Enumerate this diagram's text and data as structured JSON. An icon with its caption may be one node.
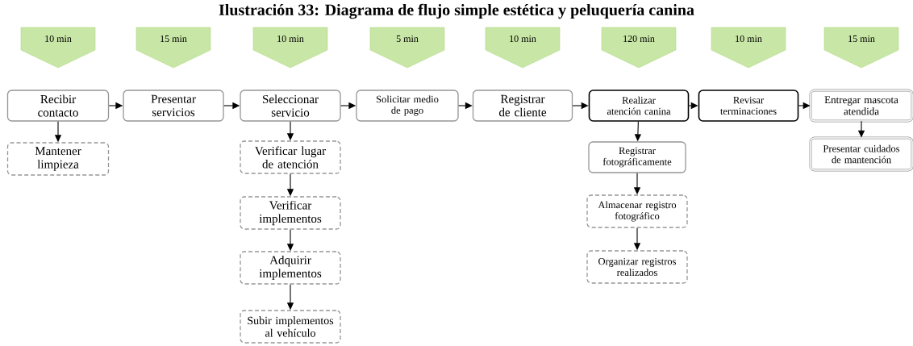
{
  "diagram": {
    "title": "Ilustración 33: Diagrama de flujo simple estética y peluquería canina",
    "nodes": [
      {
        "text": [
          "10 min"
        ]
      },
      {
        "text": [
          "15 min"
        ]
      },
      {
        "text": [
          "10 min"
        ]
      },
      {
        "text": [
          "5 min"
        ]
      },
      {
        "text": [
          "10 min"
        ]
      },
      {
        "text": [
          "120 min"
        ]
      },
      {
        "text": [
          "10 min"
        ]
      },
      {
        "text": [
          "15 min"
        ]
      },
      {
        "text": [
          "Recibir contacto"
        ]
      },
      {
        "text": [
          "Presentar servicios"
        ]
      },
      {
        "text": [
          "Seleccionar servicio"
        ]
      },
      {
        "text": [
          "Solicitar medio de pago"
        ]
      },
      {
        "text": [
          "Registrar de cliente"
        ]
      },
      {
        "text": [
          "Realizar atención canina"
        ]
      },
      {
        "text": [
          "Revisar terminaciones"
        ]
      },
      {
        "text": [
          "Entregar mascota atendida"
        ]
      },
      {
        "text": [
          "Mantener limpieza"
        ]
      },
      {
        "text": [
          "Verificar lugar de atención"
        ]
      },
      {
        "text": [
          "Verificar implementos"
        ]
      },
      {
        "text": [
          "Adquirir implementos"
        ]
      },
      {
        "text": [
          "Subir implementos al vehículo"
        ]
      },
      {
        "text": [
          "Registrar fotográficamente"
        ]
      },
      {
        "text": [
          "Almacenar registro fotográfico"
        ]
      },
      {
        "text": [
          "Organizar registros realizados"
        ]
      },
      {
        "text": [
          "Presentar cuidados de mantención"
        ]
      }
    ],
    "edges": [
      {
        "from": 8,
        "to": 9,
        "arrow": "to"
      },
      {
        "from": 9,
        "to": 10,
        "arrow": "to"
      },
      {
        "from": 10,
        "to": 11,
        "arrow": "to"
      },
      {
        "from": 11,
        "to": 12,
        "arrow": "to"
      },
      {
        "from": 12,
        "to": 13,
        "arrow": "to"
      },
      {
        "from": 13,
        "to": 14,
        "arrow": "to"
      },
      {
        "from": 14,
        "to": 15,
        "arrow": "to"
      },
      {
        "from": 8,
        "to": 16,
        "arrow": "to"
      },
      {
        "from": 10,
        "to": 17,
        "arrow": "to"
      },
      {
        "from": 17,
        "to": 18,
        "arrow": "to"
      },
      {
        "from": 18,
        "to": 19,
        "arrow": "to"
      },
      {
        "from": 19,
        "to": 20,
        "arrow": "to"
      },
      {
        "from": 13,
        "to": 21,
        "arrow": "to"
      },
      {
        "from": 21,
        "to": 22,
        "arrow": "to"
      },
      {
        "from": 22,
        "to": 23,
        "arrow": "to"
      },
      {
        "from": 15,
        "to": 24,
        "arrow": "to"
      }
    ]
  }
}
